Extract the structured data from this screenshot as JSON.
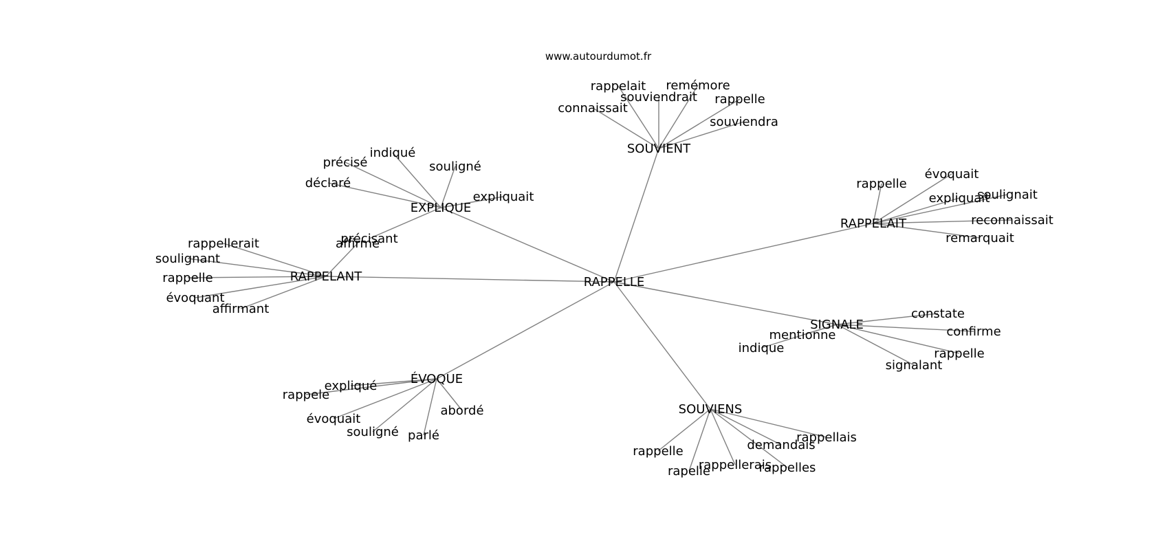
{
  "site": "www.autourdumot.fr",
  "center": "RAPPELLE",
  "clusters": [
    {
      "hub": "SOUVIENT",
      "words": [
        "connaissait",
        "rappelait",
        "souviendrait",
        "remémore",
        "rappelle",
        "souviendra"
      ]
    },
    {
      "hub": "EXPLIQUE",
      "words": [
        "indiqué",
        "précisé",
        "déclaré",
        "souligné",
        "expliquait",
        "précisant"
      ]
    },
    {
      "hub": "RAPPELAIT",
      "words": [
        "rappelle",
        "évoquait",
        "expliquait",
        "soulignait",
        "reconnaissait",
        "remarquait"
      ]
    },
    {
      "hub": "RAPPELANT",
      "words": [
        "rappellerait",
        "affirme",
        "soulignant",
        "rappelle",
        "évoquant",
        "affirmant"
      ]
    },
    {
      "hub": "SIGNALE",
      "words": [
        "constate",
        "confirme",
        "mentionne",
        "indique",
        "rappelle",
        "signalant"
      ]
    },
    {
      "hub": "ÉVOQUE",
      "words": [
        "expliqué",
        "rappele",
        "évoquait",
        "souligné",
        "parlé",
        "abordé"
      ]
    },
    {
      "hub": "SOUVIENS",
      "words": [
        "rappellais",
        "demandais",
        "rappelle",
        "rapelle",
        "rappellerais",
        "rappelles"
      ]
    }
  ]
}
